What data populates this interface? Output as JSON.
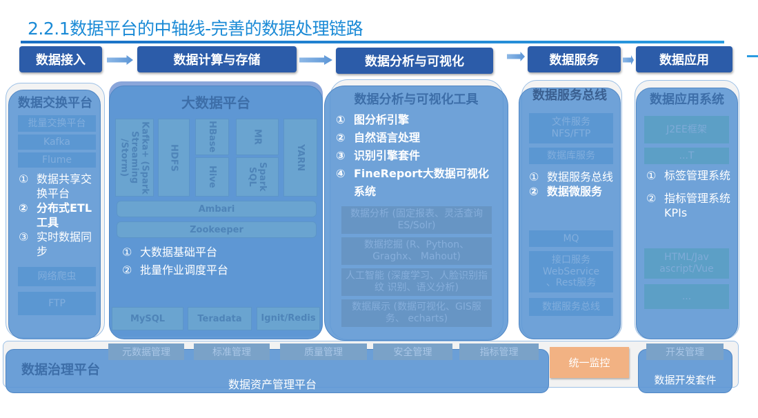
{
  "title": "2.2.1数据平台的中轴线-完善的数据处理链路",
  "stages": [
    "数据接入",
    "数据计算与存储",
    "数据分析与可视化",
    "数据服务",
    "数据应用"
  ],
  "col1": {
    "title": "数据交换平台",
    "faded": [
      "批量交换平台",
      "Kafka",
      "Flume",
      "",
      "",
      "网络爬虫",
      "FTP"
    ],
    "items": [
      {
        "n": "①",
        "t": "数据共享交换平台"
      },
      {
        "n": "②",
        "t": "分布式ETL工具"
      },
      {
        "n": "③",
        "t": "实时数据同步"
      }
    ]
  },
  "col2": {
    "title": "大数据平台",
    "comps": [
      "Kafka+ (Spark Streaming /Storm)",
      "HDFS",
      "HBase",
      "Hive",
      "MR",
      "Spark SQL",
      "YARN",
      "Ambari",
      "Zookeeper",
      "MySQL",
      "Teradata",
      "Ignit/Redis"
    ],
    "items": [
      {
        "n": "①",
        "t": "大数据基础平台"
      },
      {
        "n": "②",
        "t": "批量作业调度平台"
      }
    ]
  },
  "col3": {
    "title": "数据分析与可视化工具",
    "faded": [
      "数据分析\n(固定报表、灵活查询\nES/Solr)",
      "数据挖掘\n(R、Python、Graghx、\nMahout)",
      "人工智能\n(深度学习、人脸识别指纹\n识别、语义分析)",
      "数据展示\n(数据可视化、GIS服务、\necharts)"
    ],
    "items": [
      {
        "n": "①",
        "t": "图分析引擎"
      },
      {
        "n": "②",
        "t": "自然语言处理"
      },
      {
        "n": "③",
        "t": "识别引擎套件"
      },
      {
        "n": "④",
        "t": "FineReport大数据可视化系统"
      }
    ]
  },
  "col4": {
    "title": "数据服务总线",
    "faded": [
      "文件服务\nNFS/FTP",
      "数据库服务",
      "MQ",
      "接口服务\nWebService\n、Rest服务",
      "数据服务总线"
    ],
    "items": [
      {
        "n": "①",
        "t": "数据服务总线"
      },
      {
        "n": "②",
        "t": "数据微服务"
      }
    ]
  },
  "col5": {
    "title": "数据应用系统",
    "faded": [
      "J2EE框架",
      "...T",
      "HTML/Jav\nascript/Vue",
      "..."
    ],
    "items": [
      {
        "n": "①",
        "t": "标签管理系统"
      },
      {
        "n": "②",
        "t": "指标管理系统KPIs"
      }
    ]
  },
  "bottom": {
    "title": "数据治理平台",
    "faded": [
      "元数据管理",
      "标准管理",
      "质量管理",
      "安全管理",
      "指标管理",
      "开发管理"
    ],
    "monitor": "统一监控",
    "asset": "数据资产管理平台",
    "devkit": "数据开发套件"
  }
}
